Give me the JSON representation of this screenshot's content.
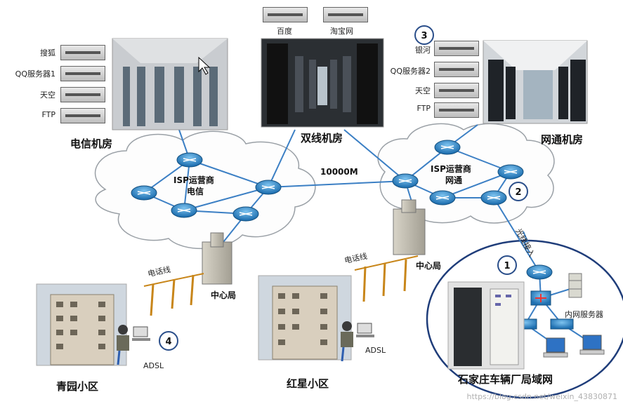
{
  "servers_left": [
    "搜狐",
    "QQ服务器1",
    "天空",
    "FTP"
  ],
  "servers_top": [
    "百度",
    "淘宝网"
  ],
  "servers_right": [
    "银河",
    "QQ服务器2",
    "天空",
    "FTP"
  ],
  "rooms": {
    "telecom": "电信机房",
    "dual": "双线机房",
    "netcom": "网通机房"
  },
  "isp_telecom": [
    "ISP运营商",
    "电信"
  ],
  "isp_netcom": [
    "ISP运营商",
    "网通"
  ],
  "link_speed": "10000M",
  "central_office": "中心局",
  "phone_line": "电话线",
  "fiber_access": "光线接入",
  "adsl": "ADSL",
  "intranet_server": "内网服务器",
  "areas": {
    "qingyuan": "青园小区",
    "hongxing": "红星小区",
    "lan": "石家庄车辆厂局域网"
  },
  "markers": [
    "1",
    "2",
    "3",
    "4"
  ],
  "watermark": "https://blog.csdn.net/weixin_43830871",
  "colors": {
    "router": "#2e8bd0",
    "cloud_stroke": "#9aa0a6",
    "link": "#3b7fc4"
  }
}
